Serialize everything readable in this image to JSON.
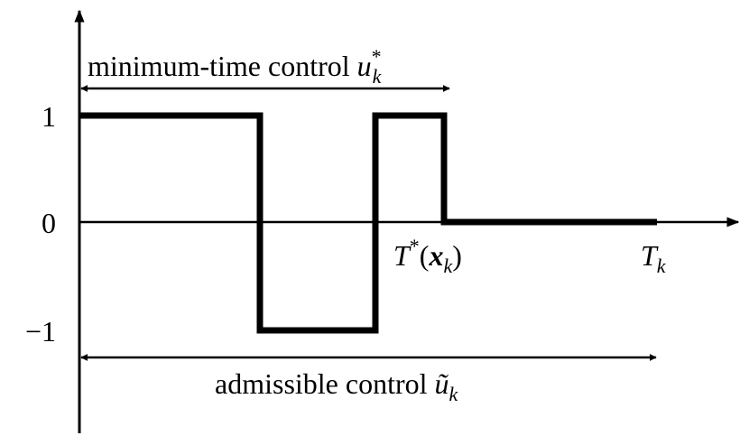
{
  "labels": {
    "min_time_text": "minimum-time control ",
    "min_time_sym": "u",
    "min_time_sup": "*",
    "min_time_sub": "k",
    "admissible_text": "admissible control ",
    "admissible_sym": "ũ",
    "admissible_sub": "k",
    "tick_one": "1",
    "tick_zero": "0",
    "tick_neg_one": "−1",
    "t_star_T": "T",
    "t_star_sup": "*",
    "t_star_open": "(",
    "t_star_x": "x",
    "t_star_sub": "k",
    "t_star_close": ")",
    "tk_T": "T",
    "tk_sub": "k"
  },
  "colors": {
    "ink": "#000000",
    "background": "#ffffff"
  }
}
